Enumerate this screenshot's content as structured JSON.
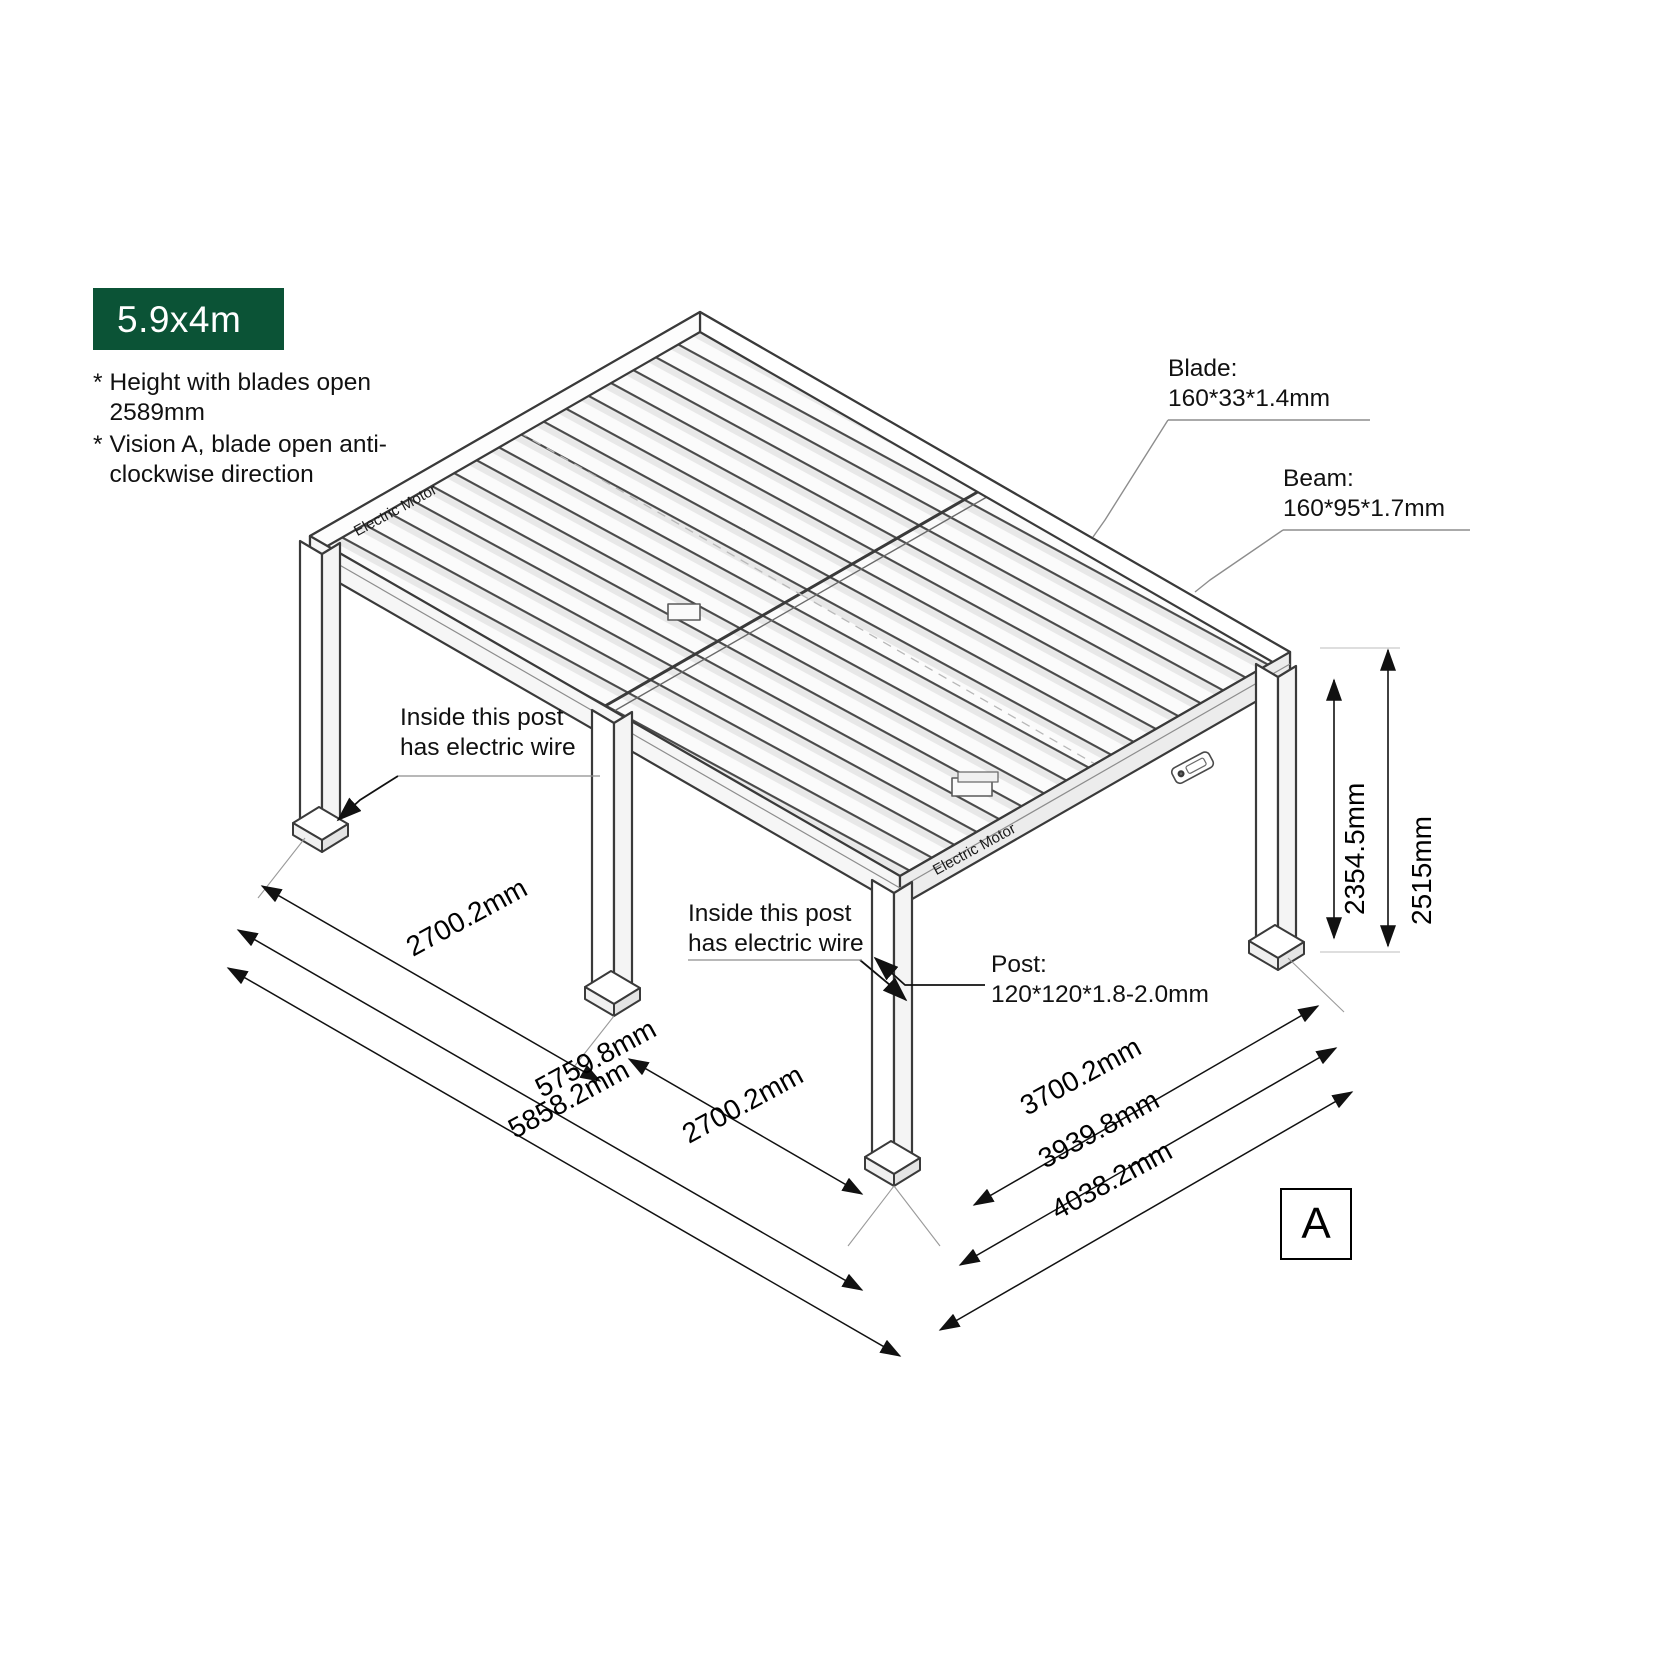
{
  "badge": {
    "size_label": "5.9x4m",
    "background_color": "#0b5336",
    "text_color": "#ffffff"
  },
  "notes": [
    {
      "marker": "*",
      "text": "Height with blades open 2589mm"
    },
    {
      "marker": "*",
      "text": "Vision A, blade open anti-clockwise direction"
    }
  ],
  "component_callouts": {
    "blade": "Blade:\n160*33*1.4mm",
    "beam": "Beam:\n160*95*1.7mm",
    "post": "Post:\n120*120*1.8-2.0mm",
    "wire_note_left": "Inside this post\nhas electric wire",
    "wire_note_center": "Inside this post\nhas electric wire"
  },
  "motor_labels": {
    "left": "Electric Motor",
    "right": "Electric Motor"
  },
  "dimensions": {
    "height_inner": "2354.5mm",
    "height_outer": "2515mm",
    "span_left_top": "2700.2mm",
    "span_left_mid": "5759.8mm",
    "span_left_bottom": "5858.2mm",
    "span_center": "2700.2mm",
    "span_right_top": "3700.2mm",
    "span_right_mid": "3939.8mm",
    "span_right_bottom": "4038.2mm"
  },
  "view_reference": {
    "letter": "A"
  },
  "colors": {
    "line": "#3a3a3a",
    "light_line": "#9a9a9a",
    "blade_fill": "#f2f2f2",
    "frame_fill": "#ffffff",
    "text": "#111111"
  }
}
